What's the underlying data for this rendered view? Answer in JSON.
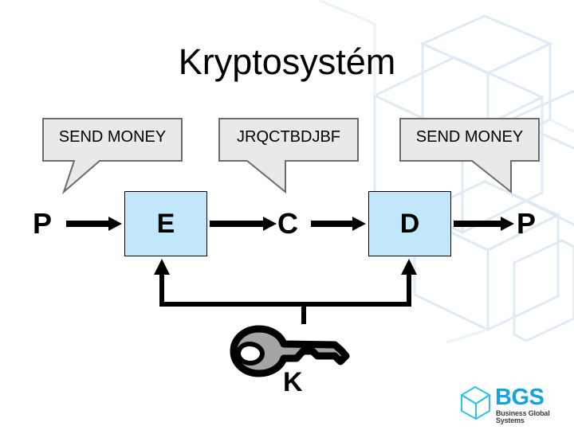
{
  "slide": {
    "title": "Kryptosystém",
    "background_color": "#ffffff"
  },
  "bubbles": [
    {
      "name": "plaintext-bubble-left",
      "text": "SEND MONEY",
      "fill": "#e9e9e9",
      "stroke": "#6b6b6b"
    },
    {
      "name": "ciphertext-bubble",
      "text": "JRQCTBDJBF",
      "fill": "#e9e9e9",
      "stroke": "#6b6b6b"
    },
    {
      "name": "plaintext-bubble-right",
      "text": "SEND MONEY",
      "fill": "#e9e9e9",
      "stroke": "#6b6b6b"
    }
  ],
  "flow": {
    "input_label": "P",
    "encrypt_box": "E",
    "middle_label": "C",
    "decrypt_box": "D",
    "output_label": "P",
    "key_label": "K",
    "box_fill": "#c2e6fa",
    "box_stroke": "#000000",
    "arrow_color": "#000000",
    "key_fill": "#a5a5a5",
    "key_stroke": "#000000"
  },
  "logo": {
    "word": "BGS",
    "tagline": "Business Global Systems",
    "word_color": "#13a3dd",
    "cube_color": "#2ec4e8",
    "tagline_color": "#3b3b3b"
  }
}
